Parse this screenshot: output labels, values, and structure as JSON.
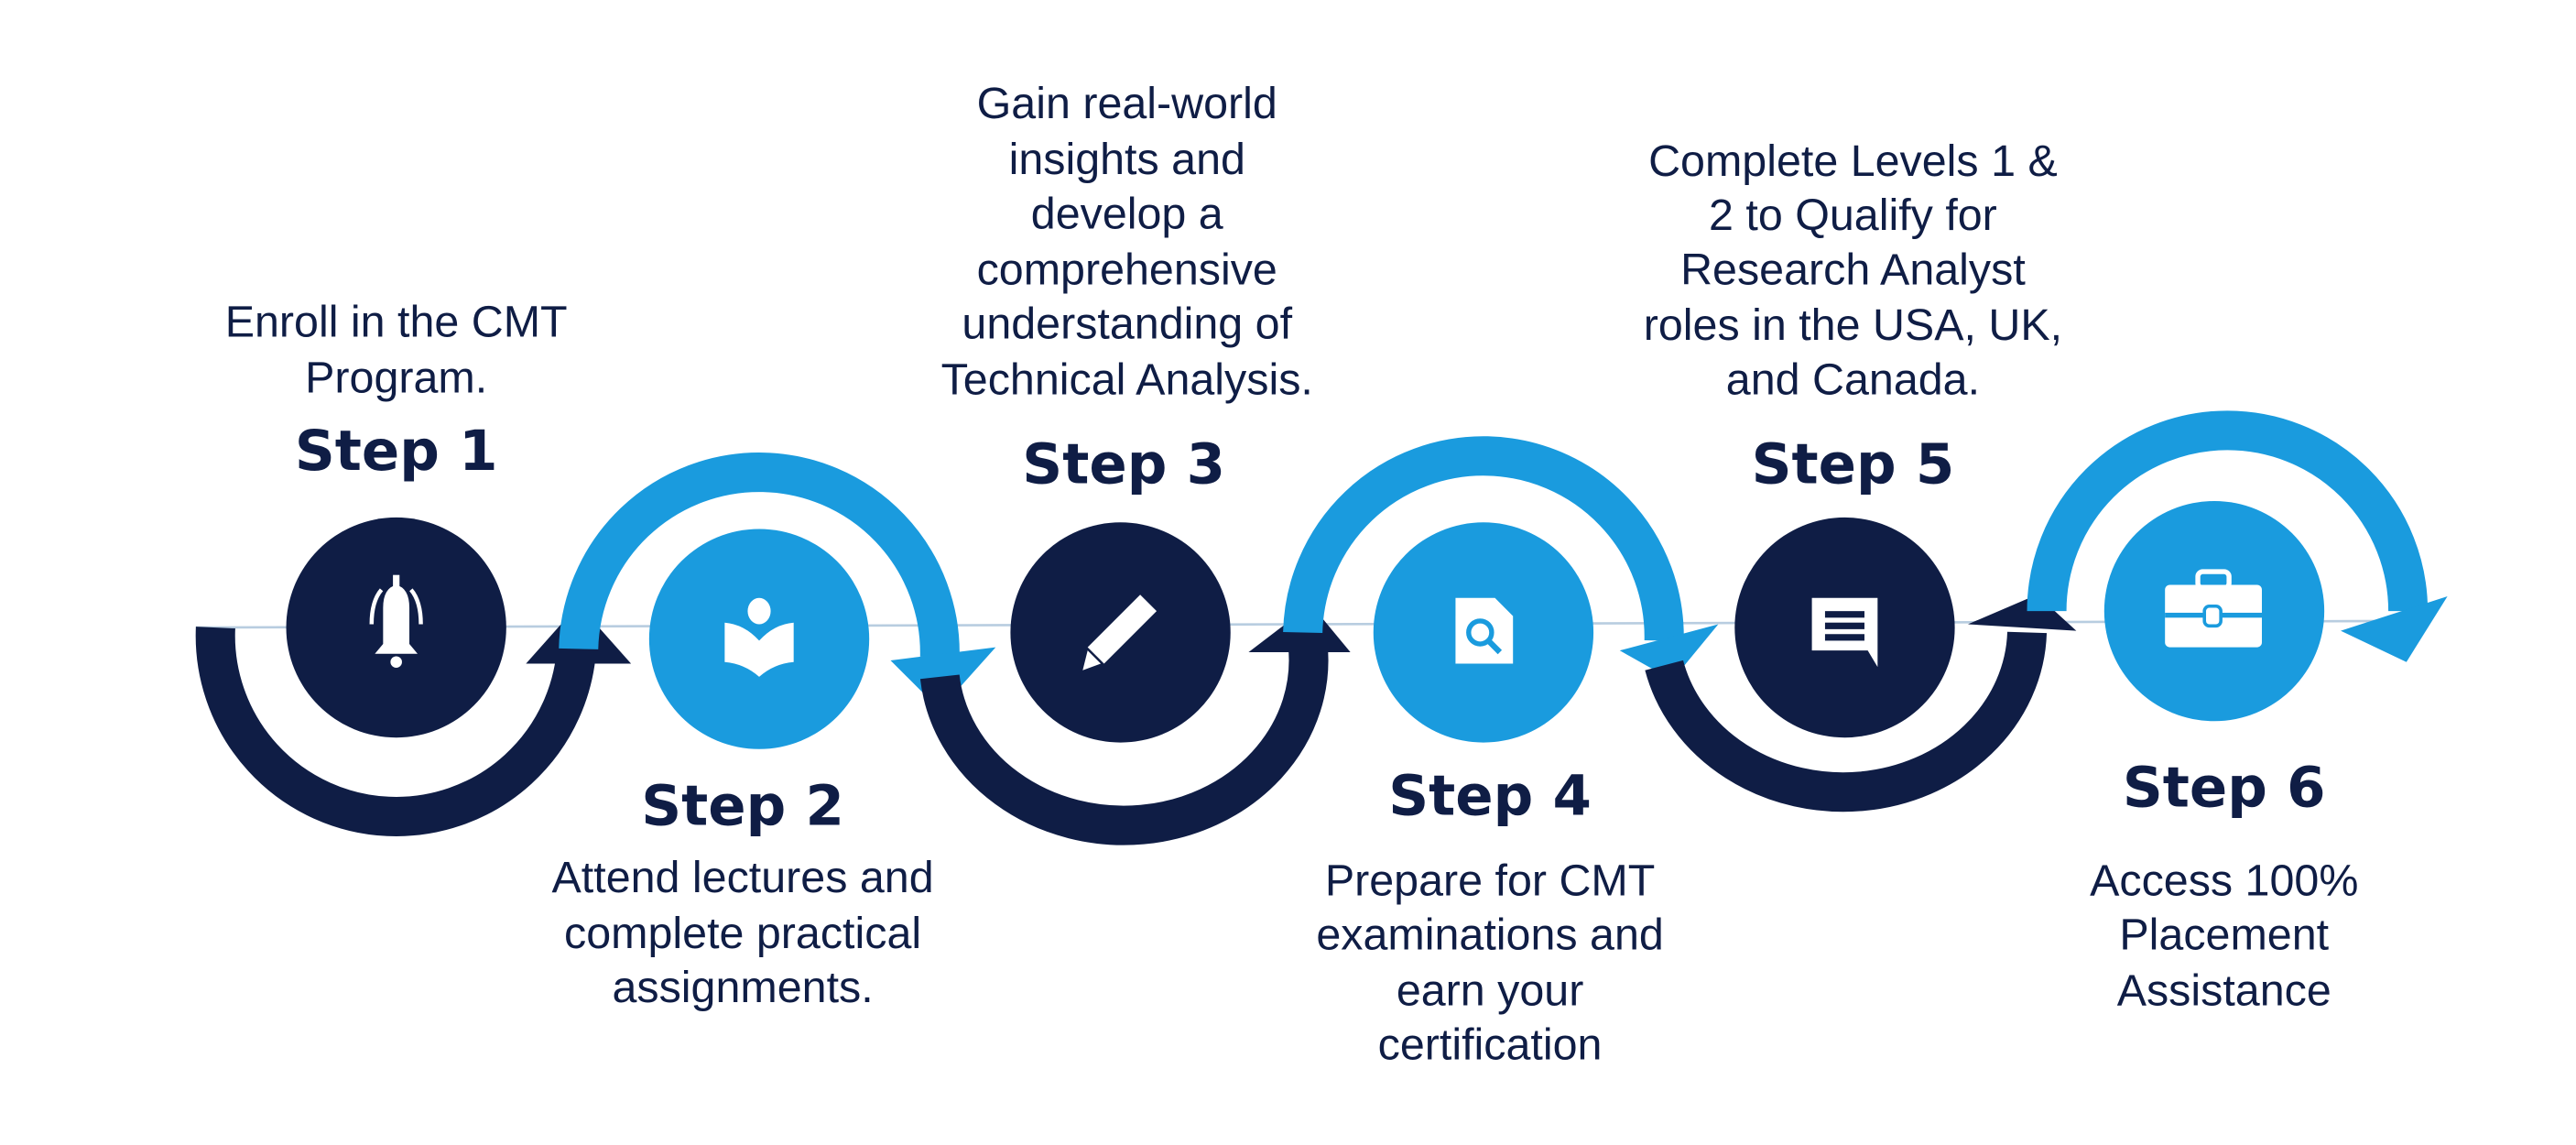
{
  "colors": {
    "dark": "#0f1d45",
    "blue": "#1a9bde"
  },
  "steps": [
    {
      "title": "Step 1",
      "icon": "bell-icon",
      "lines": [
        "Enroll in the CMT",
        "Program."
      ]
    },
    {
      "title": "Step 2",
      "icon": "reading-book-icon",
      "lines": [
        "Attend lectures and",
        "complete practical",
        "assignments."
      ]
    },
    {
      "title": "Step 3",
      "icon": "pencil-icon",
      "lines": [
        "Gain real-world",
        "insights and",
        "develop a",
        "comprehensive",
        "understanding of",
        "Technical Analysis."
      ]
    },
    {
      "title": "Step 4",
      "icon": "document-search-icon",
      "lines": [
        "Prepare for CMT",
        "examinations and",
        "earn your",
        "certification"
      ]
    },
    {
      "title": "Step 5",
      "icon": "message-icon",
      "lines": [
        "Complete Levels 1 &",
        "2 to Qualify for",
        "Research Analyst",
        "roles in the USA, UK,",
        "and Canada."
      ]
    },
    {
      "title": "Step 6",
      "icon": "briefcase-icon",
      "lines": [
        "Access 100%",
        "Placement",
        "Assistance"
      ]
    }
  ]
}
